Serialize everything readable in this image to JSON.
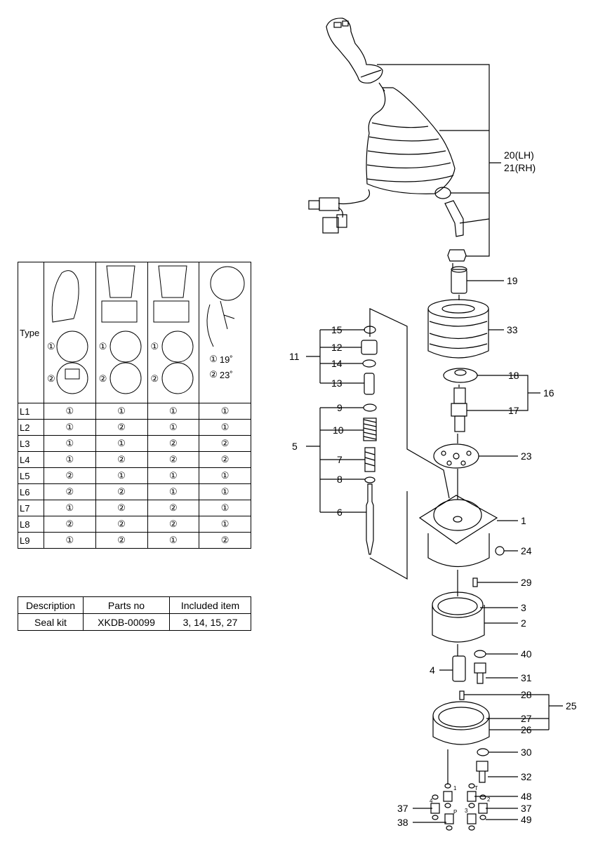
{
  "type_table": {
    "header": "Type",
    "col4_options": [
      "19˚",
      "23˚"
    ],
    "option_marks": [
      "①",
      "②"
    ],
    "rows": [
      {
        "type": "L1",
        "v": [
          "①",
          "①",
          "①",
          "①"
        ]
      },
      {
        "type": "L2",
        "v": [
          "①",
          "②",
          "①",
          "①"
        ]
      },
      {
        "type": "L3",
        "v": [
          "①",
          "①",
          "②",
          "②"
        ]
      },
      {
        "type": "L4",
        "v": [
          "①",
          "②",
          "②",
          "②"
        ]
      },
      {
        "type": "L5",
        "v": [
          "②",
          "①",
          "①",
          "①"
        ]
      },
      {
        "type": "L6",
        "v": [
          "②",
          "②",
          "①",
          "①"
        ]
      },
      {
        "type": "L7",
        "v": [
          "①",
          "②",
          "②",
          "①"
        ]
      },
      {
        "type": "L8",
        "v": [
          "②",
          "②",
          "②",
          "①"
        ]
      },
      {
        "type": "L9",
        "v": [
          "①",
          "②",
          "①",
          "②"
        ]
      }
    ]
  },
  "seal_table": {
    "headers": [
      "Description",
      "Parts no",
      "Included item"
    ],
    "row": [
      "Seal kit",
      "XKDB-00099",
      "3, 14, 15, 27"
    ]
  },
  "callouts": {
    "c20": "20(LH)",
    "c21": "21(RH)",
    "c19": "19",
    "c33": "33",
    "c15": "15",
    "c12": "12",
    "c11": "11",
    "c14": "14",
    "c13": "13",
    "c18": "18",
    "c16": "16",
    "c17": "17",
    "c9": "9",
    "c10": "10",
    "c5": "5",
    "c7": "7",
    "c8": "8",
    "c6": "6",
    "c23": "23",
    "c1": "1",
    "c24": "24",
    "c29": "29",
    "c3": "3",
    "c2": "2",
    "c40": "40",
    "c4": "4",
    "c31": "31",
    "c28": "28",
    "c25": "25",
    "c27": "27",
    "c26": "26",
    "c30": "30",
    "c32": "32",
    "c48": "48",
    "c37a": "37",
    "c37b": "37",
    "c38": "38",
    "c49": "49"
  },
  "port_marks": {
    "p1": "1",
    "pT": "T",
    "p4": "4",
    "p2": "2",
    "pP": "P",
    "p3": "3"
  }
}
